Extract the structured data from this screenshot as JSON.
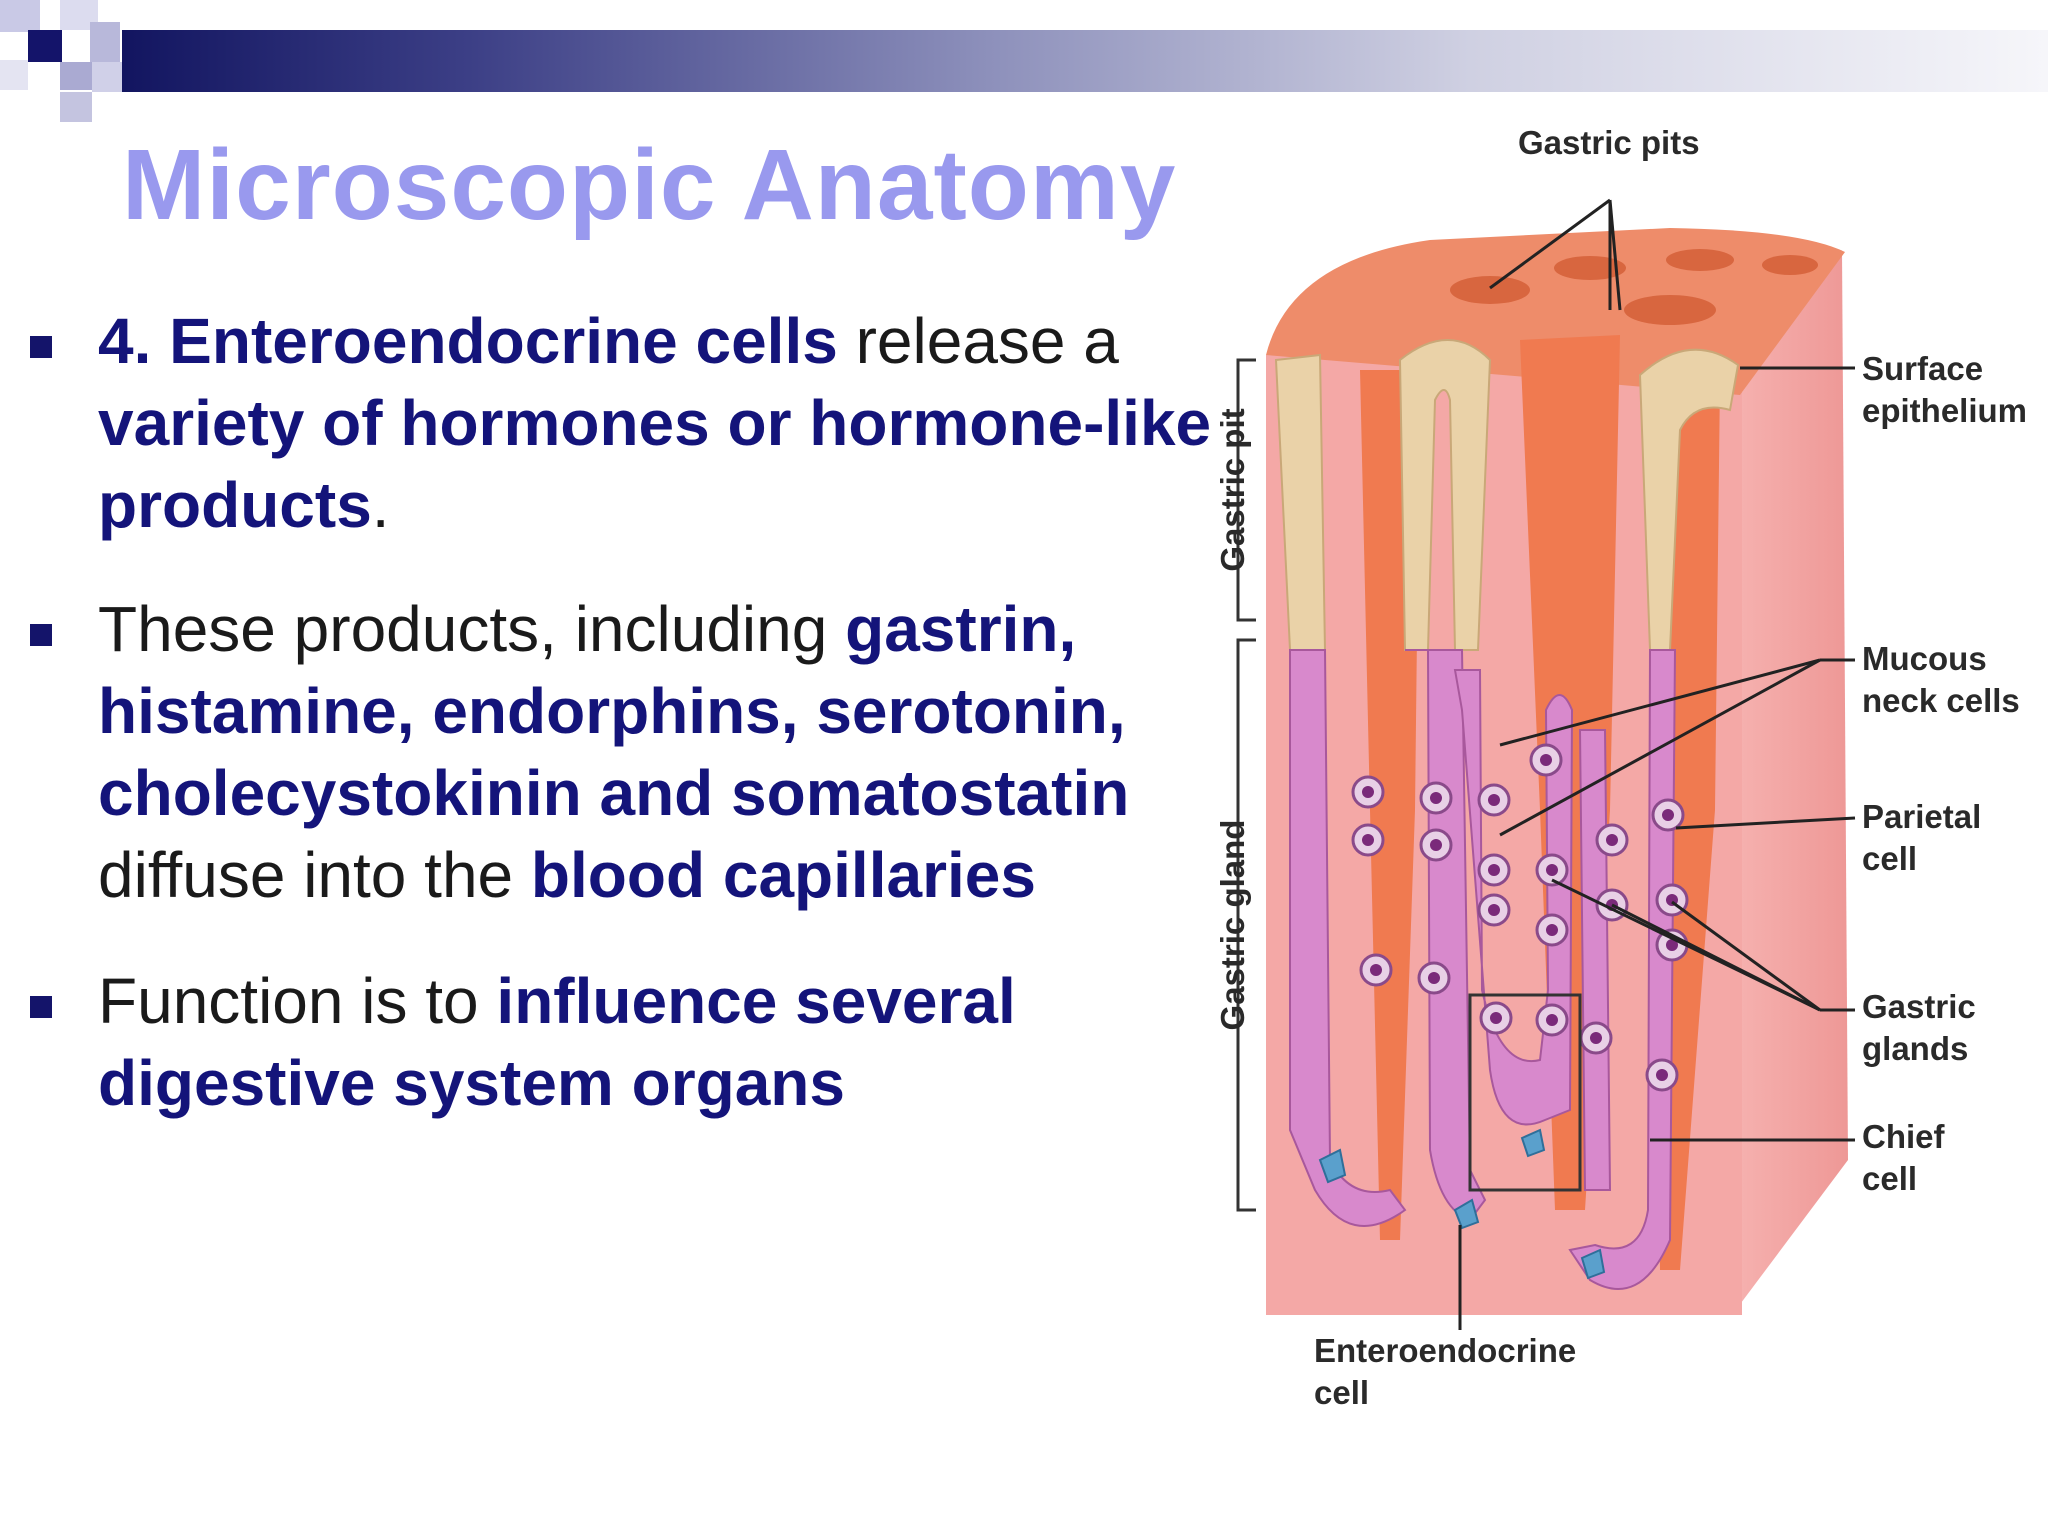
{
  "slide": {
    "title": "Microscopic Anatomy",
    "bullets": [
      {
        "segments": [
          {
            "text": "4. Enteroendocrine cells",
            "bold": true
          },
          {
            "text": " release a ",
            "bold": false
          },
          {
            "text": "variety of hormones or hormone-like products",
            "bold": true
          },
          {
            "text": ".",
            "bold": false
          }
        ]
      },
      {
        "segments": [
          {
            "text": "These products, including ",
            "bold": false
          },
          {
            "text": "gastrin, histamine, endorphins, serotonin, cholecystokinin and somatostatin",
            "bold": true
          },
          {
            "text": " diffuse into the ",
            "bold": false
          },
          {
            "text": "blood capillaries",
            "bold": true
          }
        ]
      },
      {
        "segments": [
          {
            "text": "Function is to ",
            "bold": false
          },
          {
            "text": "influence several digestive system organs",
            "bold": true
          }
        ]
      }
    ]
  },
  "diagram": {
    "labels": {
      "gastric_pits": "Gastric pits",
      "surface_epithelium_1": "Surface",
      "surface_epithelium_2": "epithelium",
      "mucous_neck_cells_1": "Mucous",
      "mucous_neck_cells_2": "neck cells",
      "parietal_cell_1": "Parietal",
      "parietal_cell_2": "cell",
      "gastric_glands_1": "Gastric",
      "gastric_glands_2": "glands",
      "chief_cell_1": "Chief",
      "chief_cell_2": "cell",
      "enteroendocrine_cell_1": "Enteroendocrine",
      "enteroendocrine_cell_2": "cell",
      "gastric_pit_bracket": "Gastric pit",
      "gastric_gland_bracket": "Gastric gland"
    }
  },
  "colors": {
    "header_bar_dark": "#121560",
    "title_color": "#9999ee",
    "bold_text": "#14147a",
    "bullet_marker": "#14146a",
    "tissue_pink": "#f2a2a0",
    "tissue_top": "#ef8f6e",
    "epithelium_tan": "#ead2a8",
    "gland_magenta": "#d889cc",
    "enteroendocrine_blue": "#5aa0cc"
  }
}
